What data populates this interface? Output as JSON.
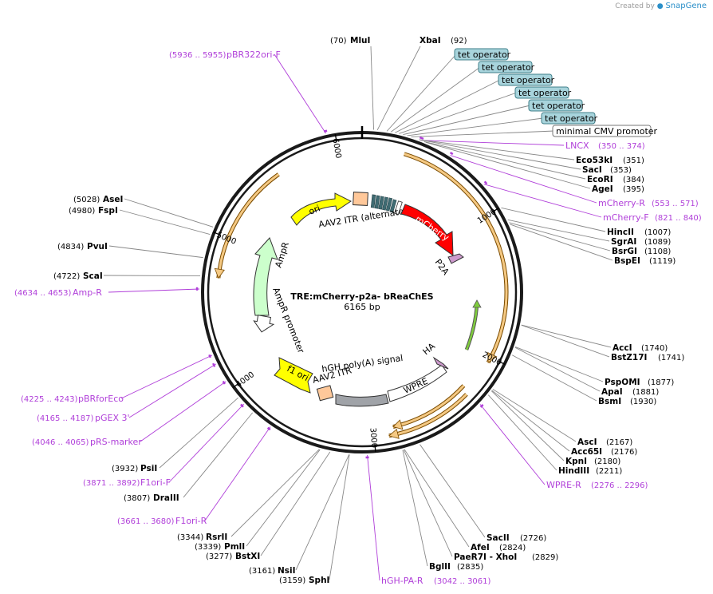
{
  "credit": {
    "prefix": "Created by",
    "brand": "SnapGene"
  },
  "plasmid": {
    "name": "TRE:mCherry-p2a- bReaChES",
    "size": "6165 bp",
    "length": 6165
  },
  "ticks": [
    1000,
    2000,
    3000,
    4000,
    5000,
    6000
  ],
  "tick_labels": [
    "1000",
    "2000",
    "3000",
    "4000",
    "5000",
    "6000"
  ],
  "enzymes_right": [
    {
      "pos": 1007,
      "label": "HincII",
      "number": "(1007)"
    },
    {
      "pos": 1089,
      "label": "SgrAI",
      "number": "(1089)"
    },
    {
      "pos": 1108,
      "label": "BsrGI",
      "number": "(1108)"
    },
    {
      "pos": 1119,
      "label": "BspEI",
      "number": "(1119)"
    },
    {
      "pos": 1740,
      "label": "AccI",
      "number": "(1740)"
    },
    {
      "pos": 1741,
      "label": "BstZ17I",
      "number": "(1741)"
    },
    {
      "pos": 1877,
      "label": "PspOMI",
      "number": "(1877)"
    },
    {
      "pos": 1881,
      "label": "ApaI",
      "number": "(1881)"
    },
    {
      "pos": 1930,
      "label": "BsmI",
      "number": "(1930)"
    },
    {
      "pos": 2167,
      "label": "AscI",
      "number": "(2167)"
    },
    {
      "pos": 2176,
      "label": "Acc65I",
      "number": "(2176)"
    },
    {
      "pos": 2180,
      "label": "KpnI",
      "number": "(2180)"
    },
    {
      "pos": 2211,
      "label": "HindIII",
      "number": "(2211)"
    },
    {
      "pos": 2726,
      "label": "SacII",
      "number": "(2726)"
    },
    {
      "pos": 2824,
      "label": "AfeI",
      "number": "(2824)"
    },
    {
      "pos": 2829,
      "label": "PaeR7I - XhoI",
      "number": "(2829)"
    },
    {
      "pos": 2835,
      "label": "BglII",
      "number": "(2835)"
    }
  ],
  "enzymes_top_right": [
    {
      "pos": 351,
      "label": "Eco53kI",
      "number": "(351)"
    },
    {
      "pos": 353,
      "label": "SacI",
      "number": "(353)"
    },
    {
      "pos": 384,
      "label": "EcoRI",
      "number": "(384)"
    },
    {
      "pos": 395,
      "label": "AgeI",
      "number": "(395)"
    }
  ],
  "enzymes_left": [
    {
      "pos": 70,
      "label": "MluI",
      "number": "(70)"
    },
    {
      "pos": 92,
      "label": "XbaI",
      "number": "(92)"
    },
    {
      "pos": 3159,
      "label": "SphI",
      "number": "(3159)"
    },
    {
      "pos": 3161,
      "label": "NsiI",
      "number": "(3161)"
    },
    {
      "pos": 3277,
      "label": "BstXI",
      "number": "(3277)"
    },
    {
      "pos": 3339,
      "label": "PmlI",
      "number": "(3339)"
    },
    {
      "pos": 3344,
      "label": "RsrII",
      "number": "(3344)"
    },
    {
      "pos": 3807,
      "label": "DraIII",
      "number": "(3807)"
    },
    {
      "pos": 3932,
      "label": "PsiI",
      "number": "(3932)"
    },
    {
      "pos": 4722,
      "label": "ScaI",
      "number": "(4722)"
    },
    {
      "pos": 4834,
      "label": "PvuI",
      "number": "(4834)"
    },
    {
      "pos": 4980,
      "label": "FspI",
      "number": "(4980)"
    },
    {
      "pos": 5028,
      "label": "AseI",
      "number": "(5028)"
    }
  ],
  "primers": [
    {
      "start": 350,
      "end": 374,
      "label": "LNCX",
      "range": "(350 .. 374)"
    },
    {
      "start": 553,
      "end": 571,
      "label": "mCherry-R",
      "range": "(553 .. 571)"
    },
    {
      "start": 821,
      "end": 840,
      "label": "mCherry-F",
      "range": "(821 .. 840)"
    },
    {
      "start": 2276,
      "end": 2296,
      "label": "WPRE-R",
      "range": "(2276 .. 2296)"
    },
    {
      "start": 3042,
      "end": 3061,
      "label": "hGH-PA-R",
      "range": "(3042 .. 3061)"
    },
    {
      "start": 3661,
      "end": 3680,
      "label": "F1ori-R",
      "range": "(3661 .. 3680)"
    },
    {
      "start": 3871,
      "end": 3892,
      "label": "F1ori-F",
      "range": "(3871 .. 3892)"
    },
    {
      "start": 4046,
      "end": 4065,
      "label": "pRS-marker",
      "range": "(4046 .. 4065)"
    },
    {
      "start": 4165,
      "end": 4187,
      "label": "pGEX 3'",
      "range": "(4165 .. 4187)"
    },
    {
      "start": 4225,
      "end": 4243,
      "label": "pBRforEco",
      "range": "(4225 .. 4243)"
    },
    {
      "start": 4634,
      "end": 4653,
      "label": "Amp-R",
      "range": "(4634 .. 4653)"
    },
    {
      "start": 5936,
      "end": 5955,
      "label": "pBR322ori-F",
      "range": "(5936 .. 5955)"
    }
  ],
  "features_boxed": [
    {
      "label": "tet operator"
    },
    {
      "label": "tet operator"
    },
    {
      "label": "tet operator"
    },
    {
      "label": "tet operator"
    },
    {
      "label": "tet operator"
    },
    {
      "label": "tet operator"
    },
    {
      "label": "minimal CMV promoter"
    }
  ],
  "features_inner": [
    {
      "label": "ori",
      "color": "#ffff00"
    },
    {
      "label": "AAV2 ITR (alternate)",
      "color": "#ffc89a"
    },
    {
      "label": "mCherry",
      "color": "#ff0000"
    },
    {
      "label": "P2A",
      "color": "#cc99cc"
    },
    {
      "label": "AmpR",
      "color": "#ccffcc"
    },
    {
      "label": "AmpR promoter",
      "color": "#ffffff"
    },
    {
      "label": "hGH poly(A) signal",
      "color": "#a0a0a0"
    },
    {
      "label": "AAV2 ITR",
      "color": "#ffc89a"
    },
    {
      "label": "f1 ori",
      "color": "#ffff00"
    },
    {
      "label": "WPRE",
      "color": "#ffffff"
    },
    {
      "label": "HA",
      "color": "#cc99cc"
    }
  ],
  "colors": {
    "primer": "#b03fd9",
    "orf_fill": "#f5c983",
    "orf_stroke": "#7a4b00",
    "tet_box": "#a8d4dc",
    "tet_box_stroke": "#3f7f8a",
    "green_orf": "#7fcc3d"
  }
}
